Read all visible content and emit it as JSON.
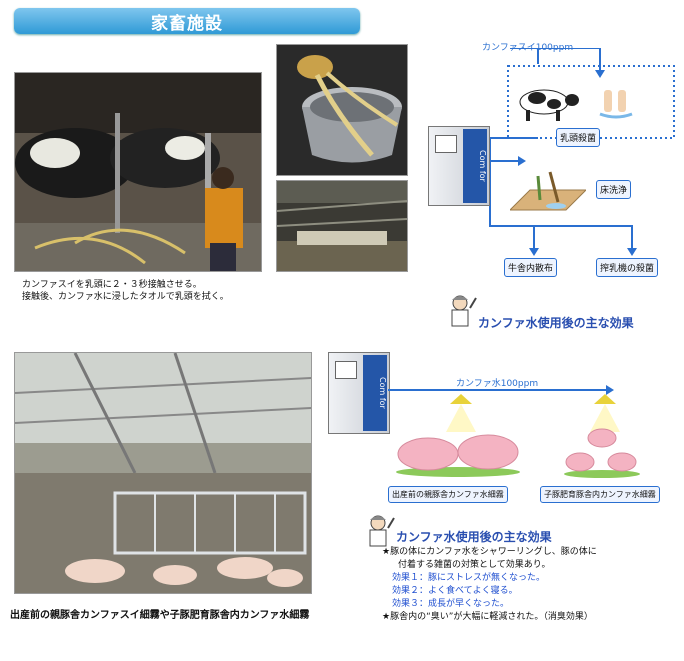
{
  "header": {
    "title": "家畜施設"
  },
  "top_section": {
    "caption_lines": [
      "カンファスイを乳頭に２・３秒接触させる。",
      "接触後、カンファ水に浸したタオルで乳頭を拭く。"
    ],
    "diagram": {
      "concentration_label": "カンファスイ100ppm",
      "machine_label": "Com for",
      "boxes": {
        "teat": "乳頭殺菌",
        "floor": "床洗浄",
        "barn": "牛舎内散布",
        "milker": "搾乳機の殺菌"
      },
      "effect_title": "カンファ水使用後の主な効果"
    }
  },
  "bottom_section": {
    "photo_caption": "出産前の親豚舎カンファスイ細霧や子豚肥育豚舎内カンファ水細霧",
    "diagram": {
      "concentration_label": "カンファ水100ppm",
      "machine_label": "Com for",
      "boxes": {
        "sow": "出産前の親豚舎カンファ水細霧",
        "piglet": "子豚肥育豚舎内カンファ水細霧"
      }
    },
    "effect_title": "カンファ水使用後の主な効果",
    "effects": {
      "intro1": "★豚の体にカンファ水をシャワーリングし、豚の体に",
      "intro2": "付着する雑菌の対策として効果あり。",
      "e1": "効果１：豚にストレスが無くなった。",
      "e2": "効果２：よく食べてよく寝る。",
      "e3": "効果３：成長が早くなった。",
      "odor": "★豚舎内の“臭い”が大幅に軽減された。（消臭効果）"
    }
  },
  "colors": {
    "accent": "#2f9ad6",
    "diagram_blue": "#2a6fd0",
    "pig_pink": "#f4b3c2"
  }
}
